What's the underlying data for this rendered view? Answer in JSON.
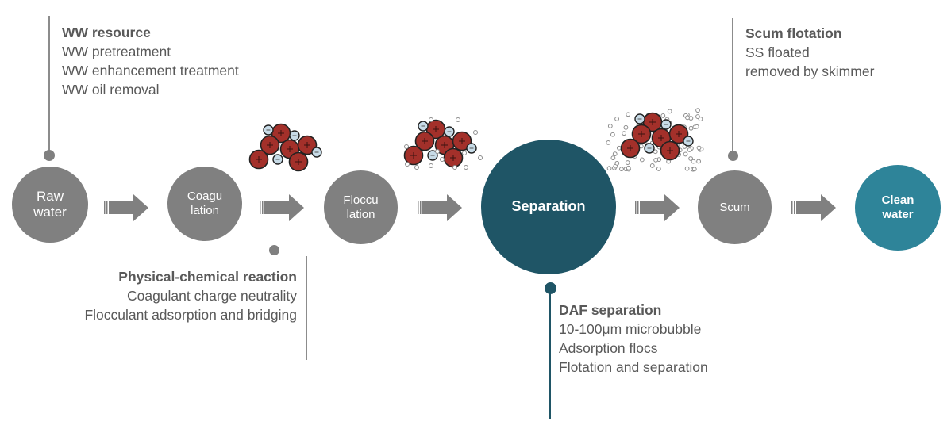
{
  "colors": {
    "gray_node": "#808080",
    "separation_node": "#1f5566",
    "clean_node": "#2e8499",
    "text": "#595959",
    "line_gray": "#8c8c8c",
    "particle_red": "#a3302a",
    "particle_blue": "#c7dbe7"
  },
  "nodes": [
    {
      "id": "raw",
      "label": "Raw\nwater"
    },
    {
      "id": "coag",
      "label": "Coagu\nlation"
    },
    {
      "id": "flocc",
      "label": "Floccu\nlation"
    },
    {
      "id": "sep",
      "label": "Separation"
    },
    {
      "id": "scum",
      "label": "Scum"
    },
    {
      "id": "clean",
      "label": "Clean\nwater"
    }
  ],
  "notes": {
    "ww": {
      "title": "WW resource",
      "lines": [
        "WW pretreatment",
        "WW enhancement treatment",
        "WW oil removal"
      ]
    },
    "phys": {
      "title": "Physical-chemical reaction",
      "lines": [
        "Coagulant charge neutrality",
        "Flocculant adsorption and bridging"
      ]
    },
    "daf": {
      "title": "DAF separation",
      "lines": [
        "10-100μm microbubble",
        "Adsorption flocs",
        "Flotation and separation"
      ]
    },
    "scum": {
      "title": "Scum flotation",
      "lines": [
        "SS floated",
        "removed by skimmer"
      ]
    }
  },
  "clusters": [
    {
      "id": "coagulated-flocs",
      "bubbles": "none"
    },
    {
      "id": "flocculated-flocs",
      "bubbles": "few"
    },
    {
      "id": "floated-flocs",
      "bubbles": "many"
    }
  ]
}
